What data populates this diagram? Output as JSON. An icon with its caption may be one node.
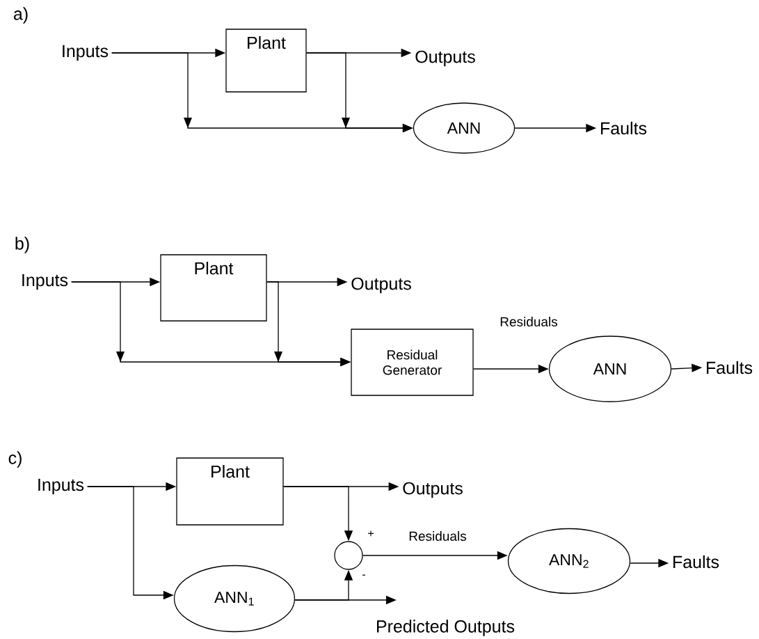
{
  "diagram": {
    "nodes": [
      {
        "text": [
          "Inputs"
        ]
      },
      {
        "text": [
          "Plant"
        ]
      },
      {
        "text": [
          "Outputs"
        ]
      },
      {
        "text": [
          "ANN"
        ]
      },
      {
        "text": [
          "Faults"
        ]
      },
      {
        "text": [
          "Inputs"
        ]
      },
      {
        "text": [
          "Plant"
        ]
      },
      {
        "text": [
          "Outputs"
        ]
      },
      {
        "text": [
          "Residual Generator"
        ]
      },
      {
        "text": [
          "ANN"
        ]
      },
      {
        "text": [
          "Faults"
        ]
      },
      {
        "text": [
          "Inputs"
        ]
      },
      {
        "text": [
          "Plant"
        ]
      },
      {
        "text": [
          "Outputs"
        ]
      },
      {
        "text": [],
        "shape": "circle"
      },
      {
        "text": [
          "ANN$_{1}$"
        ]
      },
      {
        "text": [
          "ANN$_{2}$"
        ]
      },
      {
        "text": [
          "Faults"
        ]
      }
    ],
    "edges": [
      {
        "from": 0,
        "to": 1,
        "arrow": "to"
      },
      {
        "from": 0,
        "to": 3,
        "arrow": "to"
      },
      {
        "from": 1,
        "to": 2,
        "arrow": "to"
      },
      {
        "from": 1,
        "to": 3,
        "arrow": "to"
      },
      {
        "from": 3,
        "to": 4,
        "arrow": "to"
      },
      {
        "from": 5,
        "to": 6,
        "arrow": "to"
      },
      {
        "from": 5,
        "to": 8,
        "arrow": "to"
      },
      {
        "from": 6,
        "to": 7,
        "arrow": "to"
      },
      {
        "from": 6,
        "to": 8,
        "arrow": "to"
      },
      {
        "from": 8,
        "to": 9,
        "arrow": "to",
        "label": "Residuals"
      },
      {
        "from": 9,
        "to": 10,
        "arrow": "to"
      },
      {
        "from": 11,
        "to": 12,
        "arrow": "to"
      },
      {
        "from": 11,
        "to": 15,
        "arrow": "to"
      },
      {
        "from": 12,
        "to": 13,
        "arrow": "to"
      },
      {
        "from": 12,
        "to": 14,
        "arrow": "to"
      },
      {
        "from": 15,
        "to": 14,
        "arrow": "to"
      },
      {
        "from": 15,
        "to": null,
        "arrow": "to"
      },
      {
        "from": 14,
        "to": 16,
        "arrow": "to",
        "label": "Residuals"
      },
      {
        "from": 16,
        "to": 17,
        "arrow": "to"
      }
    ],
    "labels": [
      "a)",
      "b)",
      "c)",
      "+",
      "-",
      "Predicted Outputs"
    ]
  }
}
